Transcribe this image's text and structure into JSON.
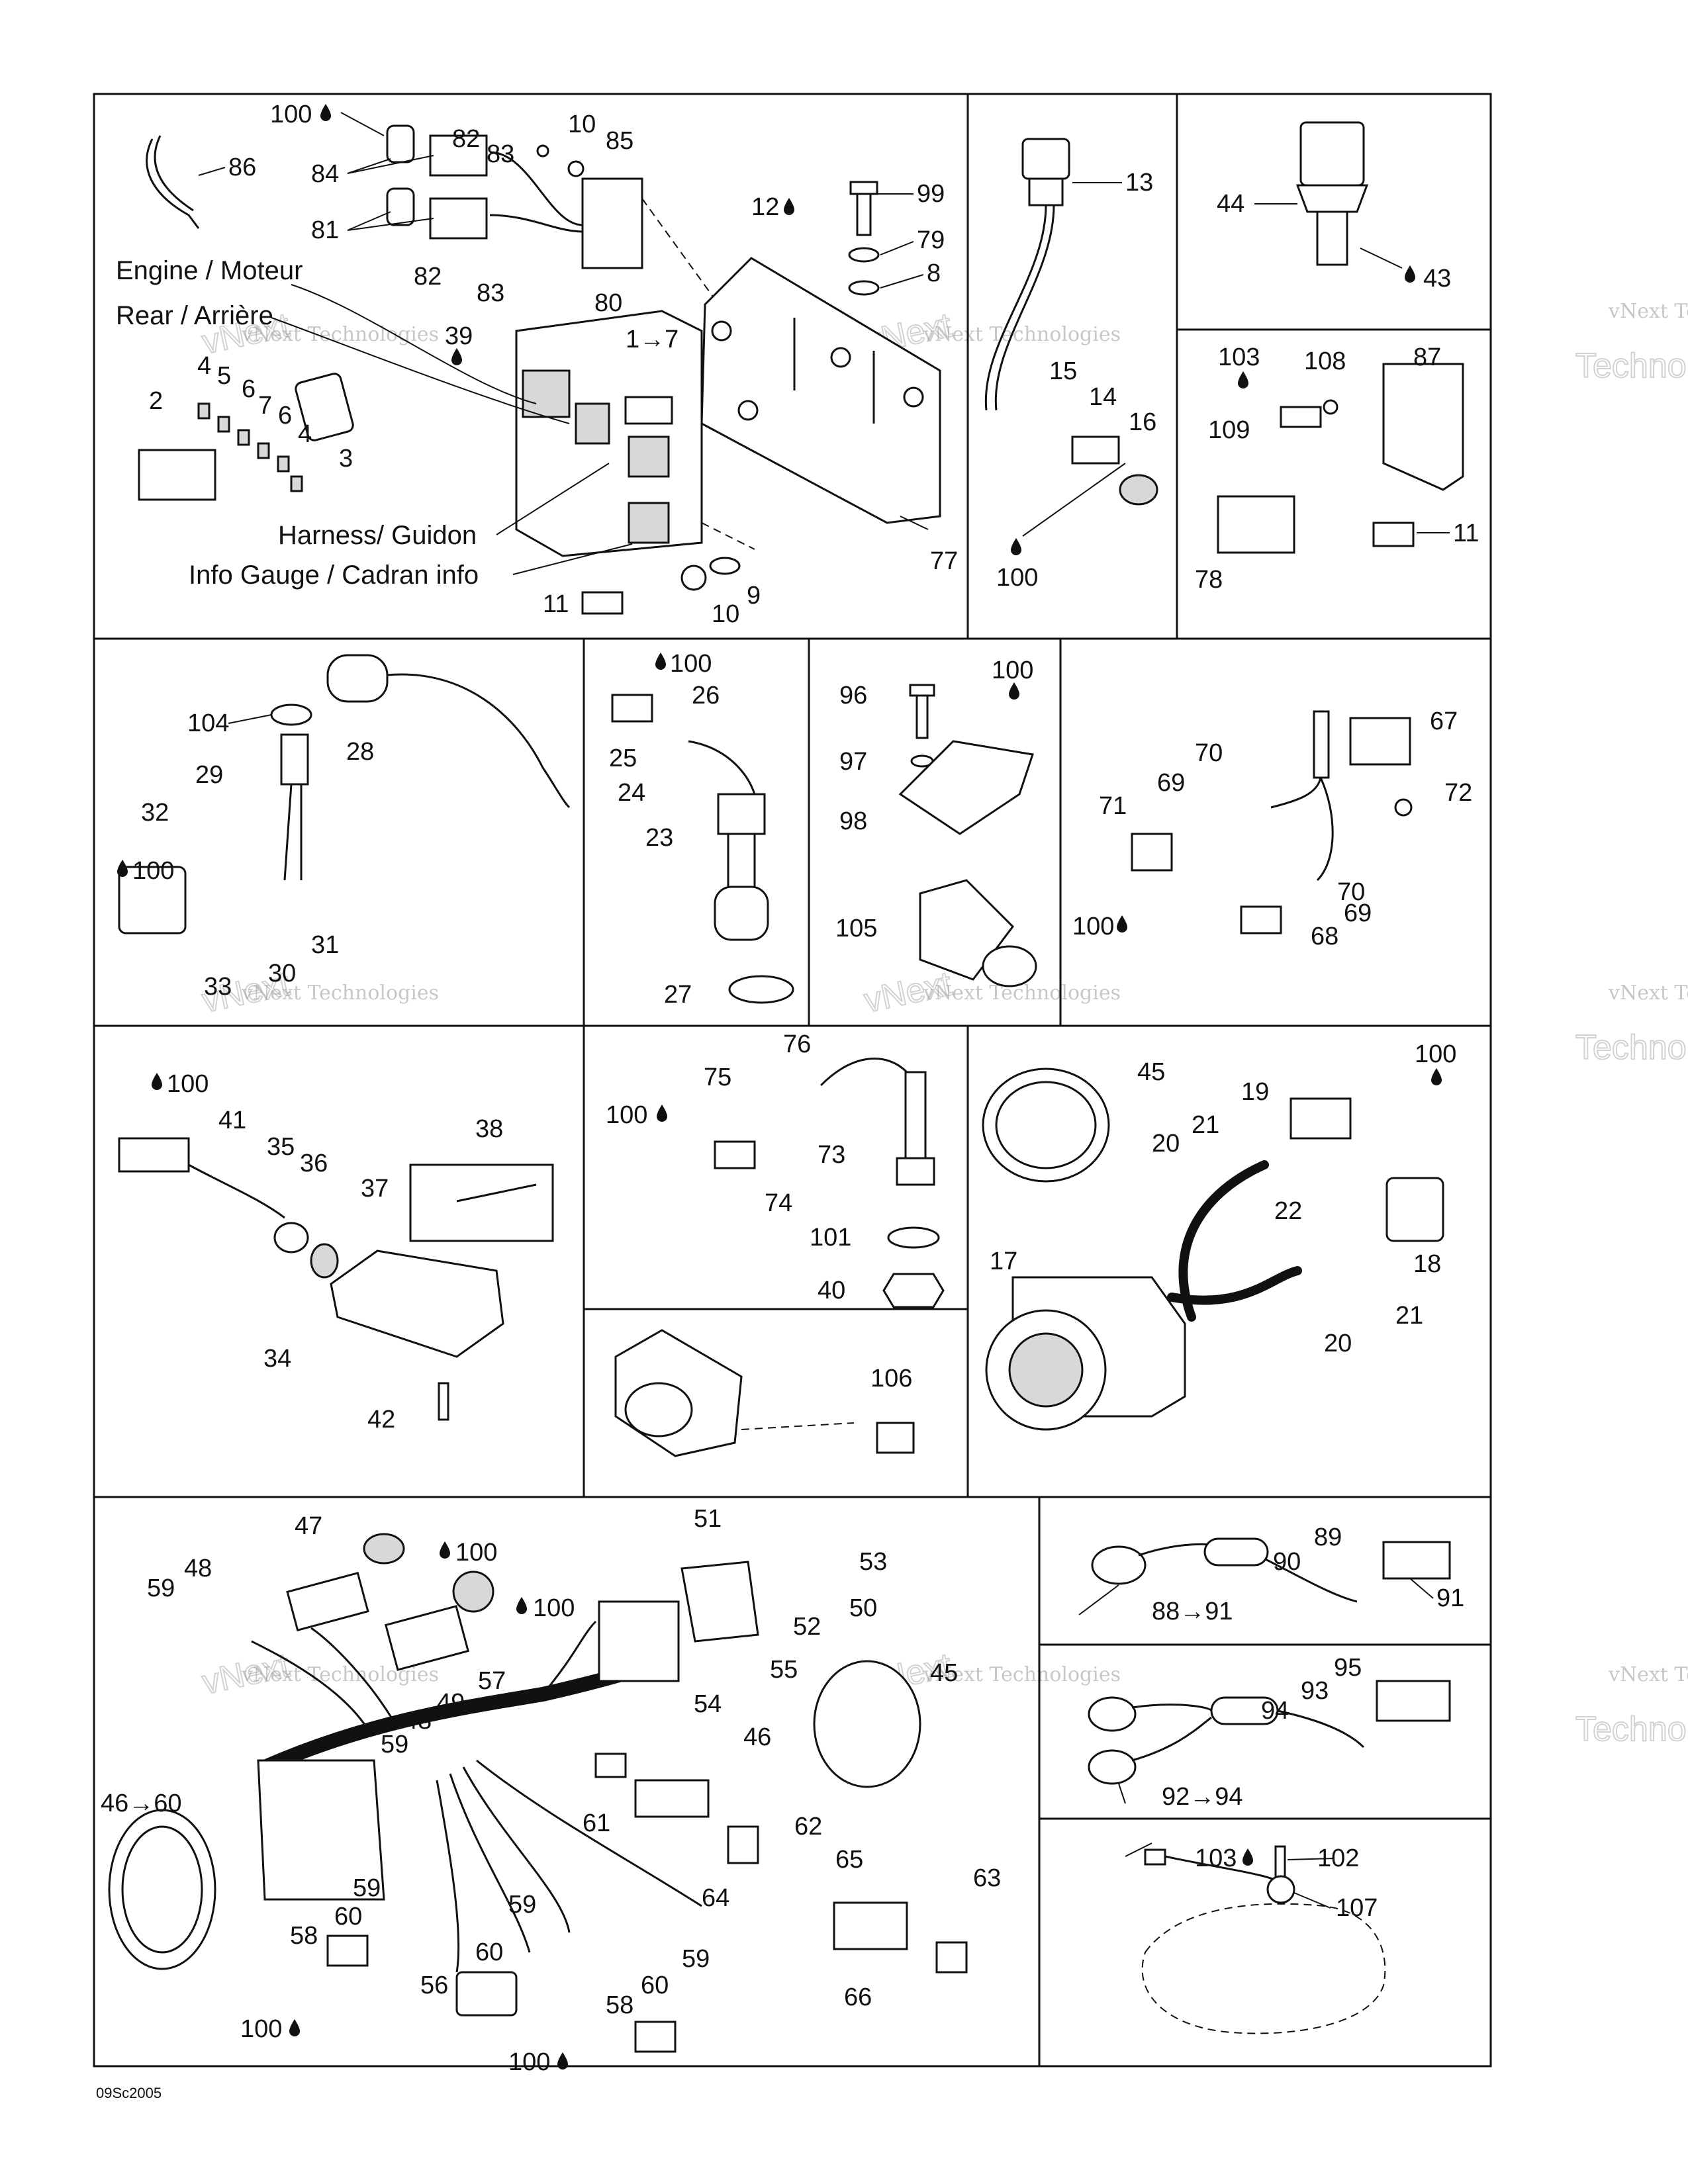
{
  "watermark": {
    "line1": "vNext",
    "line2": "vNext Technologies",
    "line3": "Technologies"
  },
  "drawing_code": "09Sc2005",
  "captions": {
    "engine": "Engine / Moteur",
    "rear": "Rear / Arrière",
    "harness": "Harness/ Guidon",
    "info_gauge": "Info Gauge / Cadran info"
  },
  "drop_icon": "oil-drop-icon",
  "callouts": [
    {
      "id": "c1",
      "text": "86"
    },
    {
      "id": "c2",
      "text": "100"
    },
    {
      "id": "c3",
      "text": "84"
    },
    {
      "id": "c4",
      "text": "82"
    },
    {
      "id": "c5",
      "text": "83"
    },
    {
      "id": "c6",
      "text": "10"
    },
    {
      "id": "c7",
      "text": "85"
    },
    {
      "id": "c8",
      "text": "81"
    },
    {
      "id": "c9",
      "text": "82"
    },
    {
      "id": "c10",
      "text": "83"
    },
    {
      "id": "c11",
      "text": "80"
    },
    {
      "id": "c12",
      "text": "12"
    },
    {
      "id": "c13",
      "text": "99"
    },
    {
      "id": "c14",
      "text": "79"
    },
    {
      "id": "c15",
      "text": "8"
    },
    {
      "id": "c16",
      "text": "39"
    },
    {
      "id": "c17",
      "text": "1→7"
    },
    {
      "id": "c18",
      "text": "4"
    },
    {
      "id": "c19",
      "text": "5"
    },
    {
      "id": "c20",
      "text": "2"
    },
    {
      "id": "c21",
      "text": "6"
    },
    {
      "id": "c22",
      "text": "7"
    },
    {
      "id": "c23",
      "text": "6"
    },
    {
      "id": "c24",
      "text": "4"
    },
    {
      "id": "c25",
      "text": "3"
    },
    {
      "id": "c26",
      "text": "77"
    },
    {
      "id": "c27",
      "text": "9"
    },
    {
      "id": "c28",
      "text": "11"
    },
    {
      "id": "c29",
      "text": "10"
    },
    {
      "id": "c30",
      "text": "13"
    },
    {
      "id": "c31",
      "text": "15"
    },
    {
      "id": "c32",
      "text": "14"
    },
    {
      "id": "c33",
      "text": "16"
    },
    {
      "id": "c34",
      "text": "100"
    },
    {
      "id": "c35",
      "text": "44"
    },
    {
      "id": "c36",
      "text": "43"
    },
    {
      "id": "c37",
      "text": "103"
    },
    {
      "id": "c38",
      "text": "108"
    },
    {
      "id": "c39",
      "text": "87"
    },
    {
      "id": "c40",
      "text": "109"
    },
    {
      "id": "c41",
      "text": "11"
    },
    {
      "id": "c42",
      "text": "78"
    },
    {
      "id": "c43",
      "text": "104"
    },
    {
      "id": "c44",
      "text": "28"
    },
    {
      "id": "c45",
      "text": "29"
    },
    {
      "id": "c46",
      "text": "32"
    },
    {
      "id": "c47",
      "text": "100"
    },
    {
      "id": "c48",
      "text": "31"
    },
    {
      "id": "c49",
      "text": "30"
    },
    {
      "id": "c50",
      "text": "33"
    },
    {
      "id": "c51",
      "text": "100"
    },
    {
      "id": "c52",
      "text": "26"
    },
    {
      "id": "c53",
      "text": "25"
    },
    {
      "id": "c54",
      "text": "24"
    },
    {
      "id": "c55",
      "text": "23"
    },
    {
      "id": "c56",
      "text": "27"
    },
    {
      "id": "c57",
      "text": "96"
    },
    {
      "id": "c58",
      "text": "100"
    },
    {
      "id": "c59",
      "text": "97"
    },
    {
      "id": "c60",
      "text": "98"
    },
    {
      "id": "c61",
      "text": "105"
    },
    {
      "id": "c62",
      "text": "67"
    },
    {
      "id": "c63",
      "text": "70"
    },
    {
      "id": "c64",
      "text": "69"
    },
    {
      "id": "c65",
      "text": "72"
    },
    {
      "id": "c66",
      "text": "71"
    },
    {
      "id": "c67",
      "text": "70"
    },
    {
      "id": "c68",
      "text": "69"
    },
    {
      "id": "c69",
      "text": "100"
    },
    {
      "id": "c70",
      "text": "68"
    },
    {
      "id": "c71",
      "text": "100"
    },
    {
      "id": "c72",
      "text": "41"
    },
    {
      "id": "c73",
      "text": "35"
    },
    {
      "id": "c74",
      "text": "36"
    },
    {
      "id": "c75",
      "text": "38"
    },
    {
      "id": "c76",
      "text": "37"
    },
    {
      "id": "c77",
      "text": "34"
    },
    {
      "id": "c78",
      "text": "42"
    },
    {
      "id": "c79",
      "text": "76"
    },
    {
      "id": "c80",
      "text": "75"
    },
    {
      "id": "c81",
      "text": "100"
    },
    {
      "id": "c82",
      "text": "73"
    },
    {
      "id": "c83",
      "text": "74"
    },
    {
      "id": "c84",
      "text": "101"
    },
    {
      "id": "c85",
      "text": "40"
    },
    {
      "id": "c86",
      "text": "106"
    },
    {
      "id": "c87",
      "text": "45"
    },
    {
      "id": "c88",
      "text": "100"
    },
    {
      "id": "c89",
      "text": "19"
    },
    {
      "id": "c90",
      "text": "21"
    },
    {
      "id": "c91",
      "text": "20"
    },
    {
      "id": "c92",
      "text": "22"
    },
    {
      "id": "c93",
      "text": "18"
    },
    {
      "id": "c94",
      "text": "17"
    },
    {
      "id": "c95",
      "text": "21"
    },
    {
      "id": "c96",
      "text": "20"
    },
    {
      "id": "c97",
      "text": "47"
    },
    {
      "id": "c98",
      "text": "100"
    },
    {
      "id": "c99",
      "text": "48"
    },
    {
      "id": "c100",
      "text": "59"
    },
    {
      "id": "c101",
      "text": "100"
    },
    {
      "id": "c102",
      "text": "51"
    },
    {
      "id": "c103",
      "text": "53"
    },
    {
      "id": "c104",
      "text": "50"
    },
    {
      "id": "c105",
      "text": "52"
    },
    {
      "id": "c106",
      "text": "55"
    },
    {
      "id": "c107",
      "text": "57"
    },
    {
      "id": "c108",
      "text": "49"
    },
    {
      "id": "c109",
      "text": "48"
    },
    {
      "id": "c110",
      "text": "59"
    },
    {
      "id": "c111",
      "text": "54"
    },
    {
      "id": "c112",
      "text": "45"
    },
    {
      "id": "c113",
      "text": "46"
    },
    {
      "id": "c114",
      "text": "46→60"
    },
    {
      "id": "c115",
      "text": "61"
    },
    {
      "id": "c116",
      "text": "62"
    },
    {
      "id": "c117",
      "text": "65"
    },
    {
      "id": "c118",
      "text": "63"
    },
    {
      "id": "c119",
      "text": "64"
    },
    {
      "id": "c120",
      "text": "59"
    },
    {
      "id": "c121",
      "text": "60"
    },
    {
      "id": "c122",
      "text": "58"
    },
    {
      "id": "c123",
      "text": "59"
    },
    {
      "id": "c124",
      "text": "60"
    },
    {
      "id": "c125",
      "text": "56"
    },
    {
      "id": "c126",
      "text": "59"
    },
    {
      "id": "c127",
      "text": "60"
    },
    {
      "id": "c128",
      "text": "58"
    },
    {
      "id": "c129",
      "text": "100"
    },
    {
      "id": "c130",
      "text": "100"
    },
    {
      "id": "c131",
      "text": "66"
    },
    {
      "id": "c132",
      "text": "89"
    },
    {
      "id": "c133",
      "text": "90"
    },
    {
      "id": "c134",
      "text": "91"
    },
    {
      "id": "c135",
      "text": "88→91"
    },
    {
      "id": "c136",
      "text": "95"
    },
    {
      "id": "c137",
      "text": "93"
    },
    {
      "id": "c138",
      "text": "94"
    },
    {
      "id": "c139",
      "text": "92→94"
    },
    {
      "id": "c140",
      "text": "103"
    },
    {
      "id": "c141",
      "text": "102"
    },
    {
      "id": "c142",
      "text": "107"
    }
  ]
}
